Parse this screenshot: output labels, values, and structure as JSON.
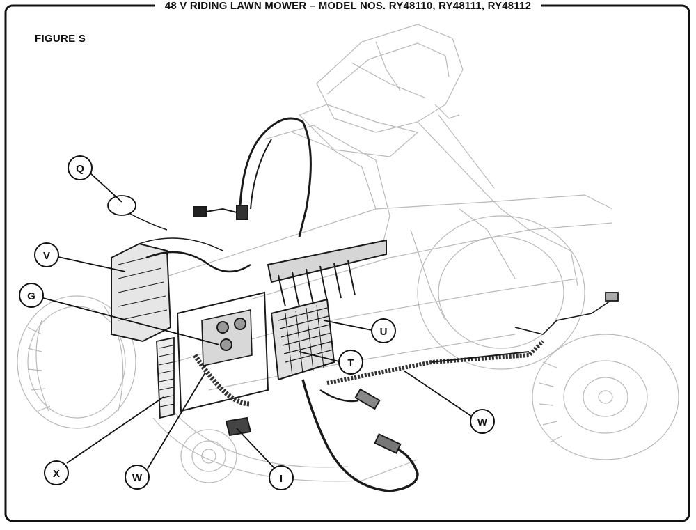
{
  "header": {
    "title": "48 V RIDING LAWN MOWER – MODEL NOS. RY48110, RY48111, RY48112"
  },
  "figure": {
    "label": "FIGURE S"
  },
  "callouts": {
    "q": "Q",
    "v": "V",
    "g": "G",
    "u": "U",
    "t": "T",
    "w_right": "W",
    "x": "X",
    "w_left": "W",
    "i": "I"
  }
}
